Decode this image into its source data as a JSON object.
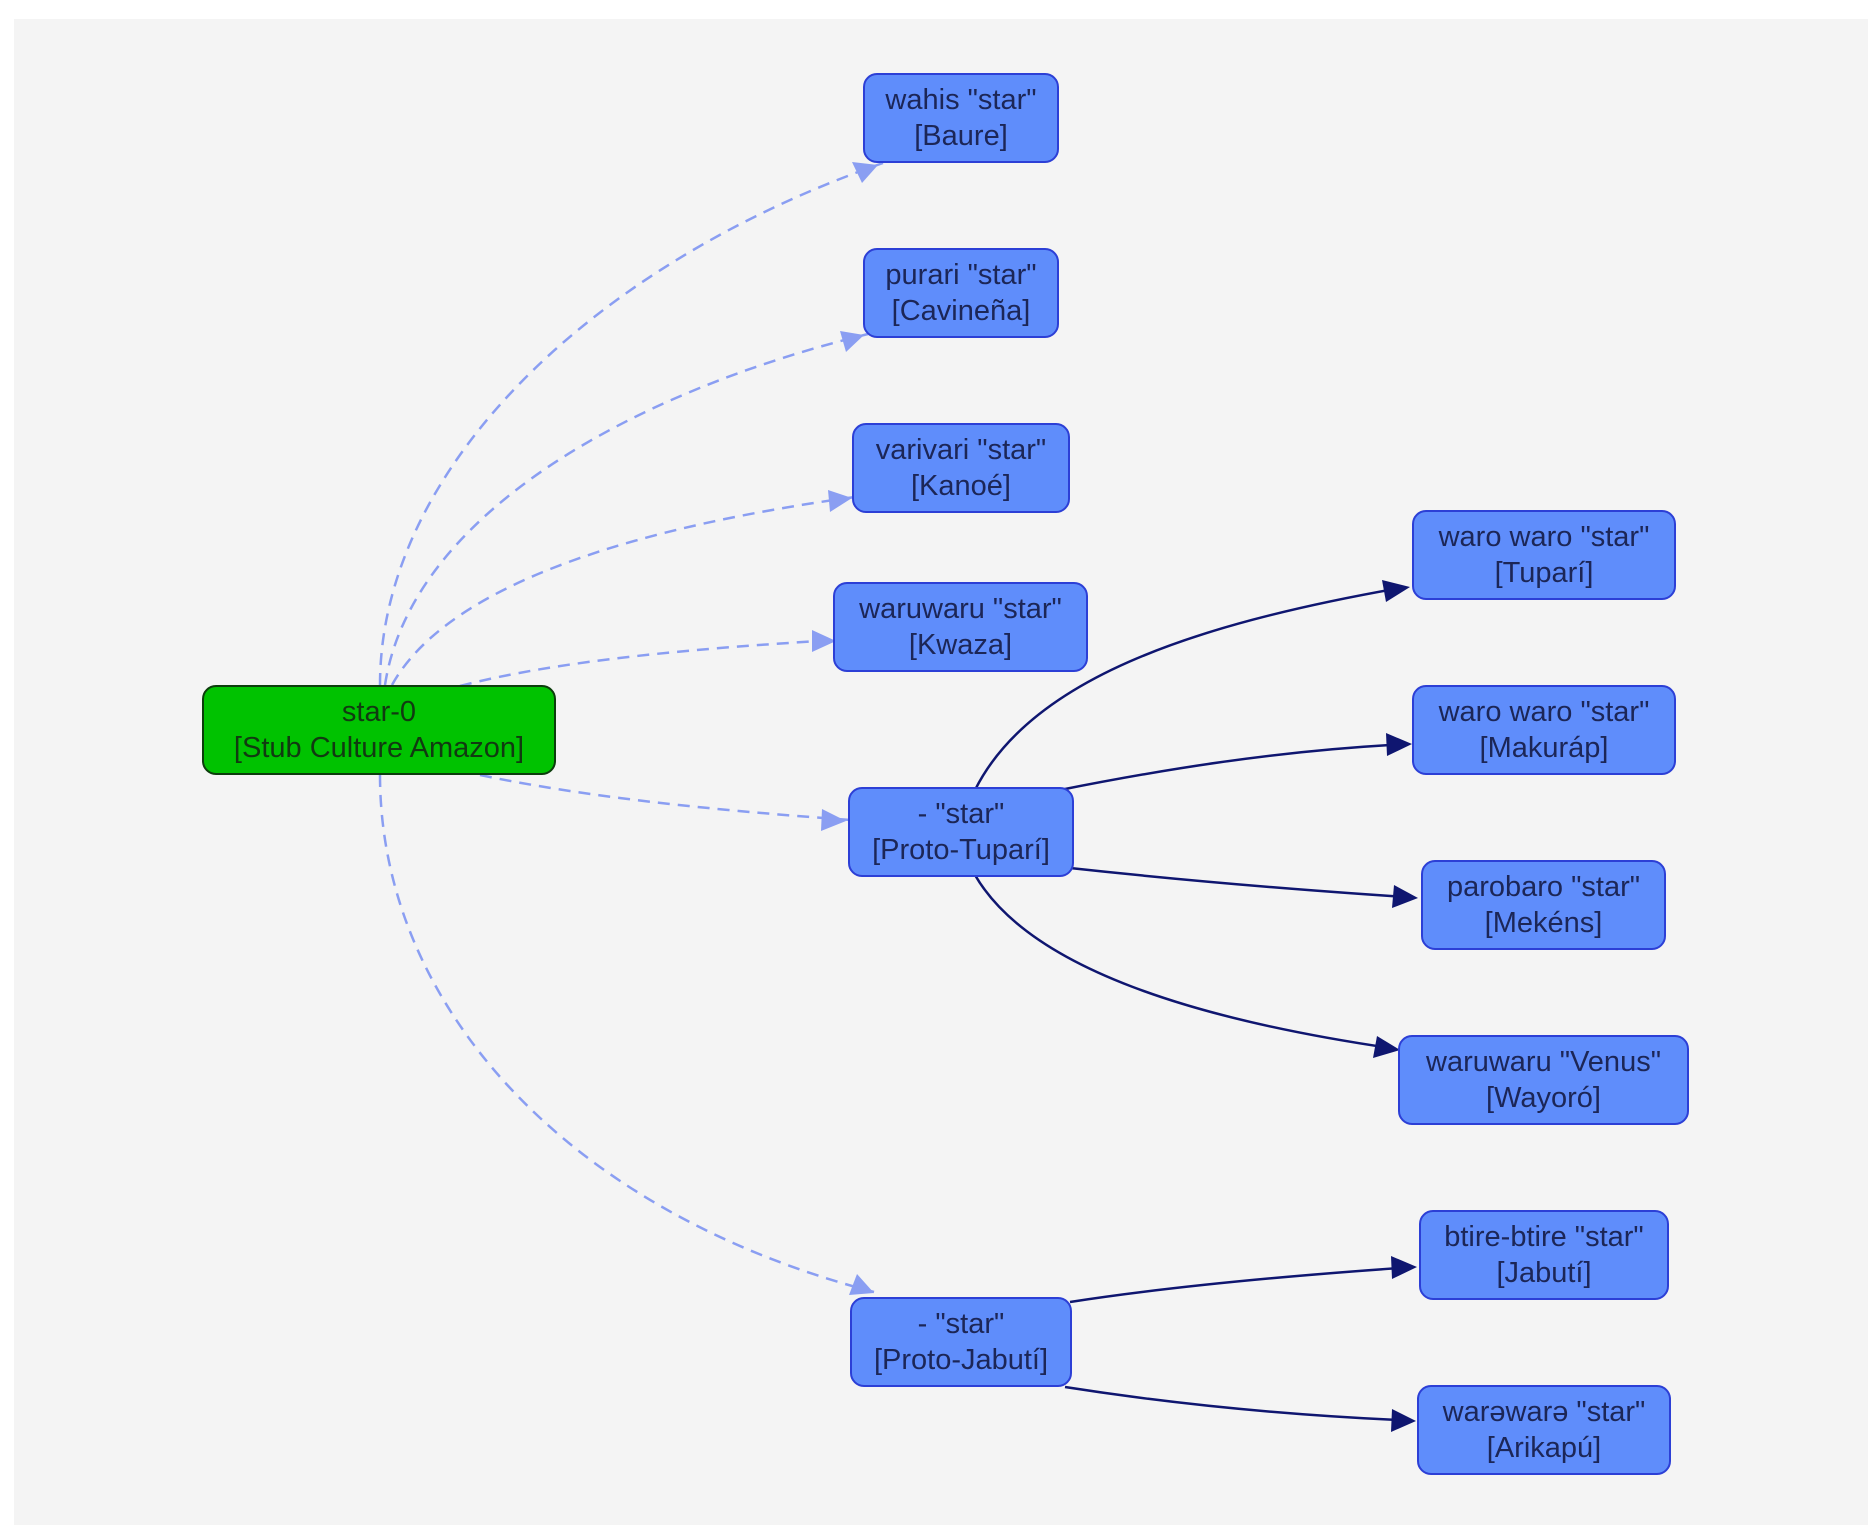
{
  "root": {
    "id": "root",
    "form": "star-0",
    "language": "[Stub Culture Amazon]",
    "color": "#00c200"
  },
  "nodes": [
    {
      "id": "baure",
      "form": "wahis \"star\"",
      "language": "[Baure]"
    },
    {
      "id": "cavinena",
      "form": "purari \"star\"",
      "language": "[Cavineña]"
    },
    {
      "id": "kanoe",
      "form": "varivari \"star\"",
      "language": "[Kanoé]"
    },
    {
      "id": "kwaza",
      "form": "waruwaru \"star\"",
      "language": "[Kwaza]"
    },
    {
      "id": "proto_tupari",
      "form": "- \"star\"",
      "language": "[Proto-Tuparí]"
    },
    {
      "id": "proto_jabuti",
      "form": "- \"star\"",
      "language": "[Proto-Jabutí]"
    },
    {
      "id": "tupari",
      "form": "waro waro \"star\"",
      "language": "[Tuparí]"
    },
    {
      "id": "makurap",
      "form": "waro waro \"star\"",
      "language": "[Makuráp]"
    },
    {
      "id": "mekens",
      "form": "parobaro \"star\"",
      "language": "[Mekéns]"
    },
    {
      "id": "wayoro",
      "form": "waruwaru \"Venus\"",
      "language": "[Wayoró]"
    },
    {
      "id": "jabuti",
      "form": "btire-btire \"star\"",
      "language": "[Jabutí]"
    },
    {
      "id": "arikapu",
      "form": "warəwarə \"star\"",
      "language": "[Arikapú]"
    }
  ],
  "edges": [
    {
      "from": "root",
      "to": "baure",
      "style": "dashed"
    },
    {
      "from": "root",
      "to": "cavinena",
      "style": "dashed"
    },
    {
      "from": "root",
      "to": "kanoe",
      "style": "dashed"
    },
    {
      "from": "root",
      "to": "kwaza",
      "style": "dashed"
    },
    {
      "from": "root",
      "to": "proto_tupari",
      "style": "dashed"
    },
    {
      "from": "root",
      "to": "proto_jabuti",
      "style": "dashed"
    },
    {
      "from": "proto_tupari",
      "to": "tupari",
      "style": "solid"
    },
    {
      "from": "proto_tupari",
      "to": "makurap",
      "style": "solid"
    },
    {
      "from": "proto_tupari",
      "to": "mekens",
      "style": "solid"
    },
    {
      "from": "proto_tupari",
      "to": "wayoro",
      "style": "solid"
    },
    {
      "from": "proto_jabuti",
      "to": "jabuti",
      "style": "solid"
    },
    {
      "from": "proto_jabuti",
      "to": "arikapu",
      "style": "solid"
    }
  ],
  "colors": {
    "reflex_fill": "#5f8dfb",
    "reflex_border": "#2c3fd6",
    "root_fill": "#00c200",
    "dashed_edge": "#8a9ef2",
    "solid_edge": "#0f1670",
    "background": "#f4f4f4"
  }
}
